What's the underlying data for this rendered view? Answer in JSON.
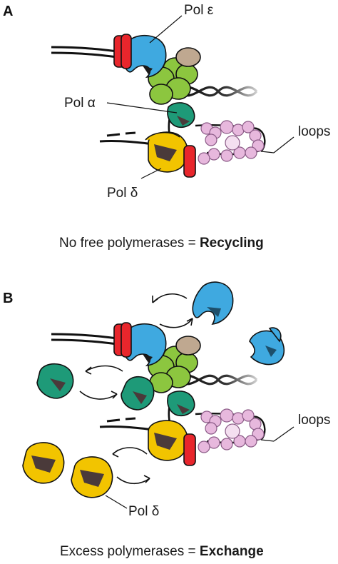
{
  "panels": [
    {
      "letter": "A",
      "labels": {
        "pol_epsilon": "Pol ε",
        "pol_alpha": "Pol α",
        "pol_delta": "Pol δ",
        "loops": "loops"
      },
      "caption_prefix": "No free polymerases = ",
      "caption_bold": "Recycling"
    },
    {
      "letter": "B",
      "labels": {
        "pol_delta": "Pol δ",
        "loops": "loops"
      },
      "caption_prefix": "Excess polymerases = ",
      "caption_bold": "Exchange"
    }
  ],
  "colors": {
    "pol_epsilon": "#3fa9e0",
    "pol_alpha": "#1e9a78",
    "pol_delta": "#f2c400",
    "helicase": "#8cc63f",
    "clamp": "#e8262c",
    "ctf4": "#bfa890",
    "rpa": "#e7b8dd",
    "dark_core": "#4a3a3a"
  }
}
